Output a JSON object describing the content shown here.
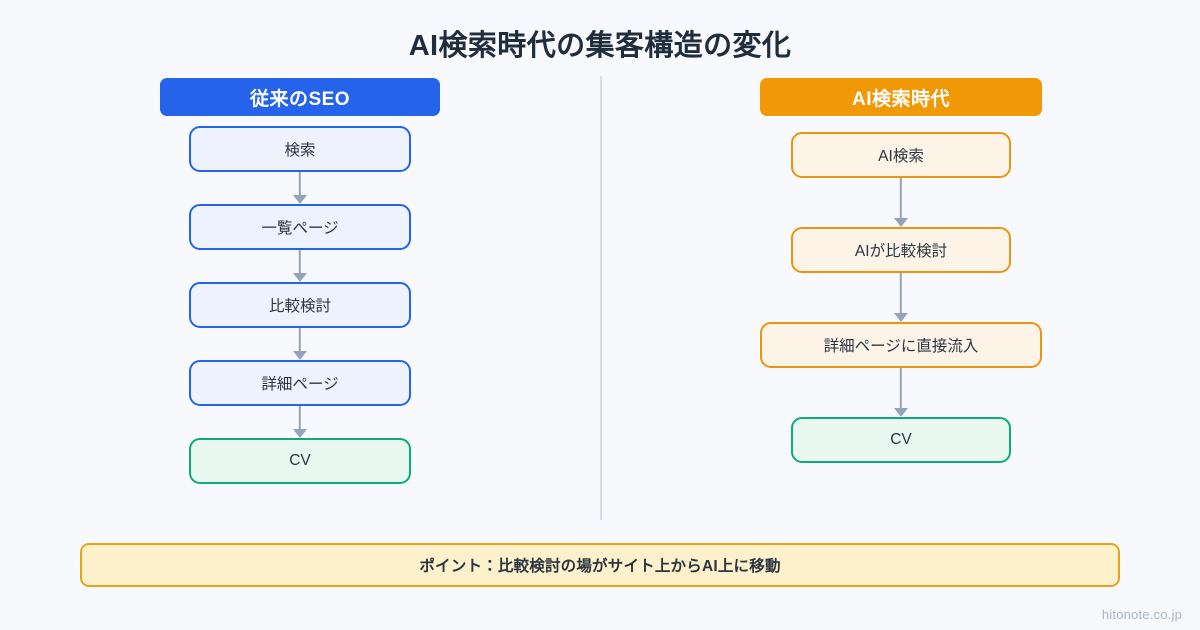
{
  "page": {
    "title": "AI検索時代の集客構造の変化",
    "background_color": "#f7f9fc",
    "watermark": "hitonote.co.jp"
  },
  "columns": [
    {
      "id": "legacy-seo",
      "header": "従来のSEO",
      "header_color": "#2563eb",
      "accent_color": "#2563eb",
      "node_fill": "#eef2fe",
      "nodes": [
        {
          "label": "検索",
          "style": "blue"
        },
        {
          "label": "一覧ページ",
          "style": "blue"
        },
        {
          "label": "比較検討",
          "style": "blue"
        },
        {
          "label": "詳細ページ",
          "style": "blue"
        },
        {
          "label": "CV",
          "style": "green"
        }
      ]
    },
    {
      "id": "ai-search-era",
      "header": "AI検索時代",
      "header_color": "#f09806",
      "accent_color": "#e89611",
      "node_fill": "#fdf4e7",
      "nodes": [
        {
          "label": "AI検索",
          "style": "orange"
        },
        {
          "label": "AIが比較検討",
          "style": "orange"
        },
        {
          "label": "詳細ページに直接流入",
          "style": "orange",
          "wide": true
        },
        {
          "label": "CV",
          "style": "green"
        }
      ]
    }
  ],
  "footer": {
    "text": "ポイント：比較検討の場がサイト上からAI上に移動",
    "border_color": "#e8a31a",
    "fill_color": "#fdf1cb"
  },
  "arrow_color": "#94a3b8",
  "divider_color": "#d6dde8"
}
